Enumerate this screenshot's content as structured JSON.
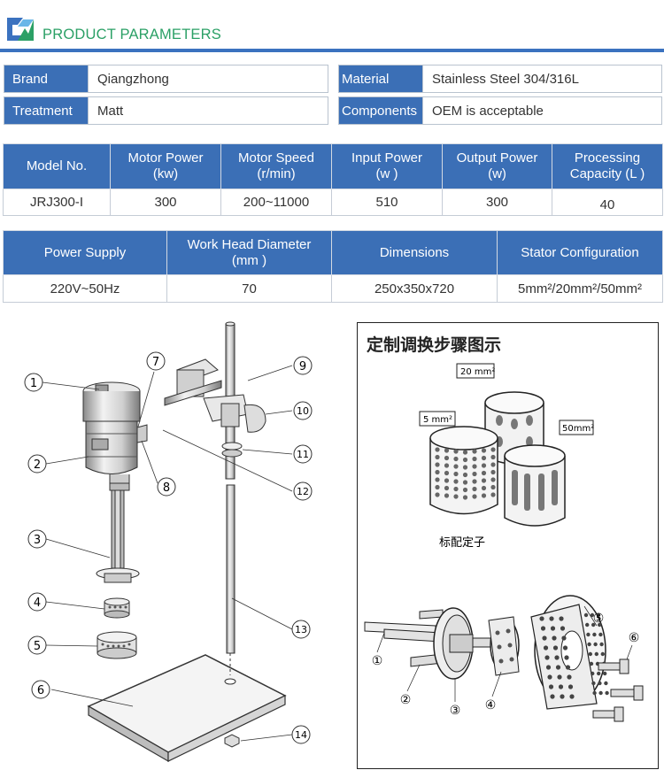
{
  "header": {
    "title": "PRODUCT PARAMETERS"
  },
  "specs": {
    "brand_label": "Brand",
    "brand_value": "Qiangzhong",
    "material_label": "Material",
    "material_value": "Stainless Steel 304/316L",
    "treatment_label": "Treatment",
    "treatment_value": "Matt",
    "components_label": "Components",
    "components_value": "OEM is acceptable"
  },
  "table1": {
    "headers": [
      "Model No.",
      "Motor Power\n(kw)",
      "Motor Speed\n(r/min)",
      "Input Power\n(w )",
      "Output Power\n(w)",
      "Processing\nCapacity (L )"
    ],
    "row": [
      "JRJ300-I",
      "300",
      "200~11000",
      "510",
      "300",
      "40"
    ]
  },
  "table2": {
    "headers": [
      "Power Supply",
      "Work Head Diameter\n(mm )",
      "Dimensions",
      "Stator Configuration"
    ],
    "row": [
      "220V~50Hz",
      "70",
      "250x350x720",
      "5mm²/20mm²/50mm²"
    ]
  },
  "left_diagram": {
    "callouts": [
      "1",
      "2",
      "3",
      "4",
      "5",
      "6",
      "7",
      "8",
      "9",
      "10",
      "11",
      "12",
      "13",
      "14"
    ]
  },
  "right_panel": {
    "title": "定制调换步骤图示",
    "stator_labels": [
      "20 mm²",
      "5 mm²",
      "50mm²"
    ],
    "standard_label": "标配定子",
    "assembly_callouts": [
      "①",
      "②",
      "③",
      "④",
      "⑤",
      "⑥"
    ]
  },
  "colors": {
    "accent": "#3b6fb6",
    "header_rule": "#3b72bf",
    "title_green": "#2ba066"
  }
}
